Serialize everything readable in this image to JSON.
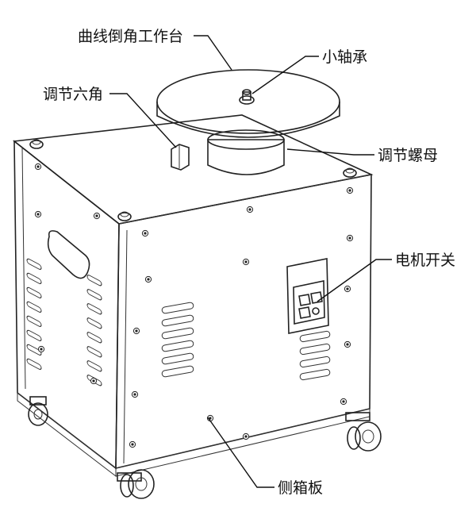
{
  "labels": {
    "worktable": "曲线倒角工作台",
    "small_bearing": "小轴承",
    "adjust_hex": "调节六角",
    "adjust_nut": "调节螺母",
    "motor_switch": "电机开关",
    "side_panel": "侧箱板"
  },
  "colors": {
    "line": "#222222",
    "background": "#ffffff",
    "panel_shade": "#f7f7f7"
  }
}
